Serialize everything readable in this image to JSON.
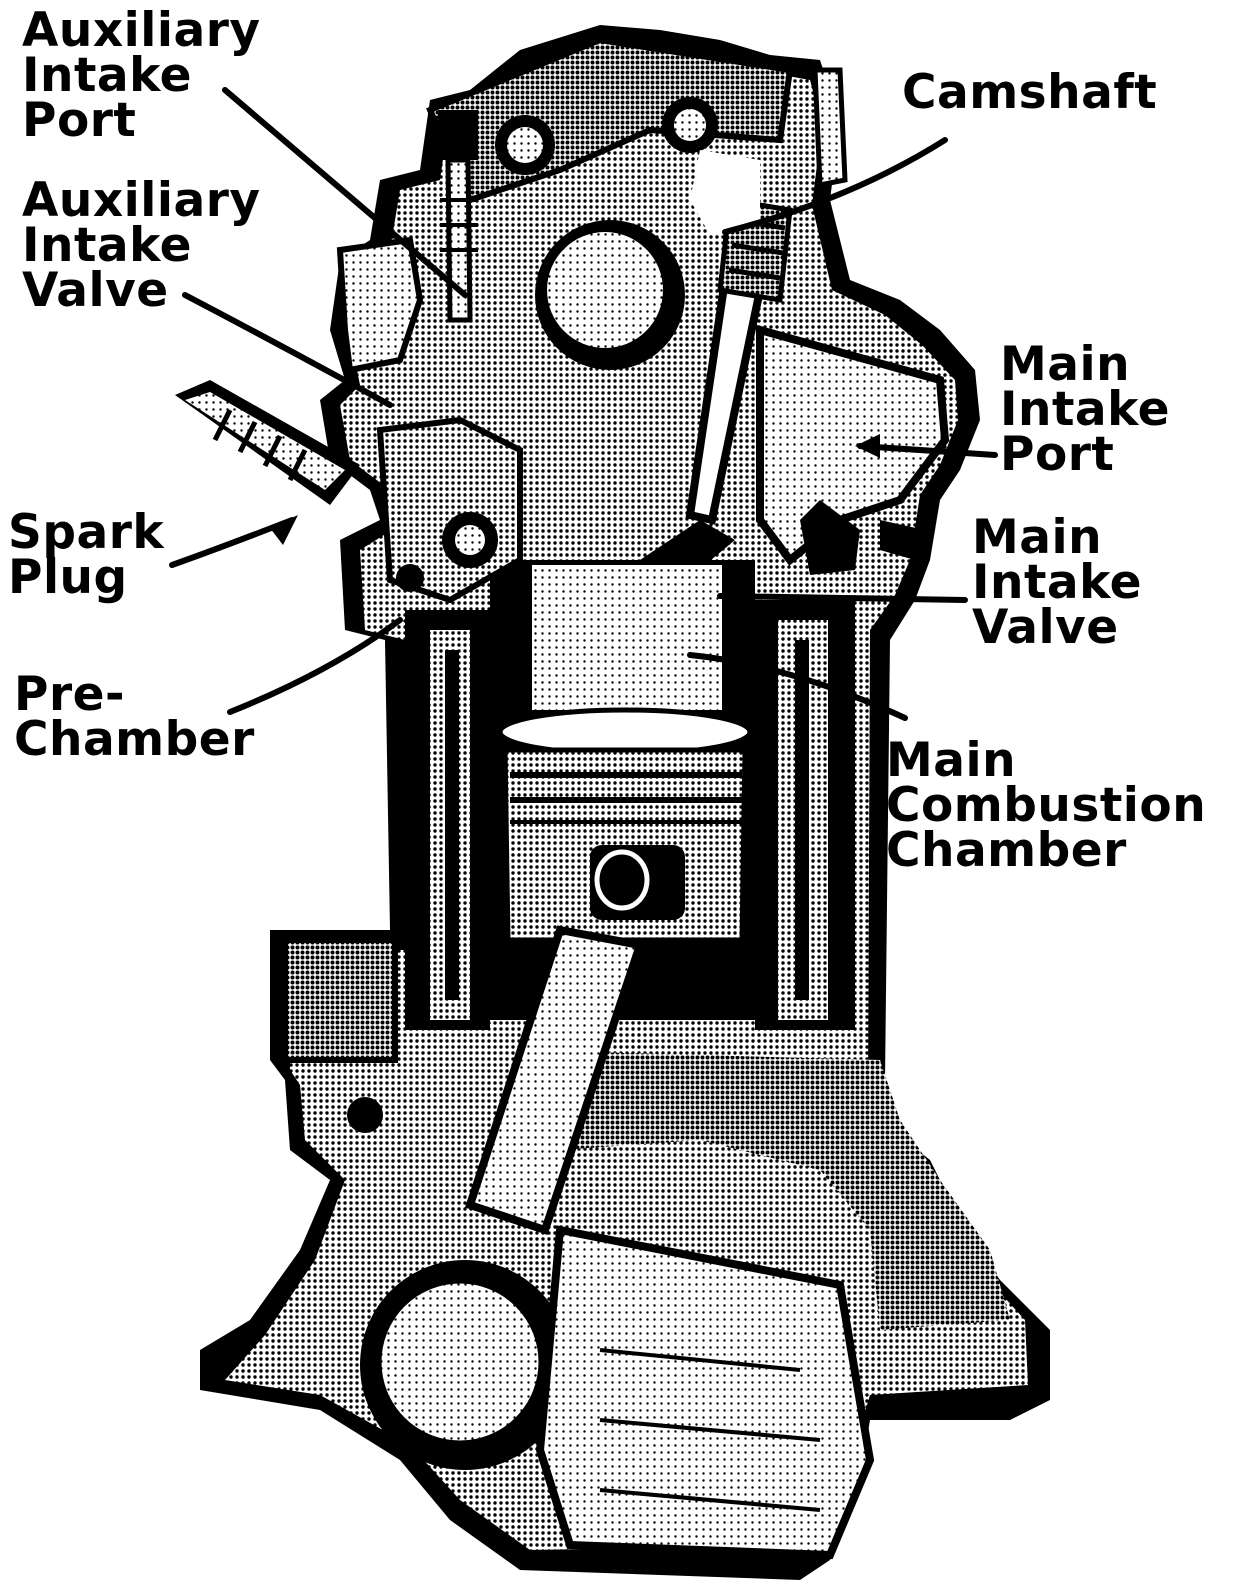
{
  "diagram": {
    "labels": {
      "aux_intake_port": [
        "Auxiliary",
        "Intake",
        "Port"
      ],
      "camshaft": [
        "Camshaft"
      ],
      "aux_intake_valve": [
        "Auxiliary",
        "Intake",
        "Valve"
      ],
      "main_intake_port": [
        "Main",
        "Intake",
        "Port"
      ],
      "spark_plug": [
        "Spark",
        "Plug"
      ],
      "main_intake_valve": [
        "Main",
        "Intake",
        "Valve"
      ],
      "pre_chamber": [
        "Pre-",
        "Chamber"
      ],
      "main_combustion_chamber": [
        "Main",
        "Combustion",
        "Chamber"
      ]
    },
    "colors": {
      "ink": "#000000",
      "paper": "#ffffff",
      "halftone": "#7a7a7a"
    }
  }
}
